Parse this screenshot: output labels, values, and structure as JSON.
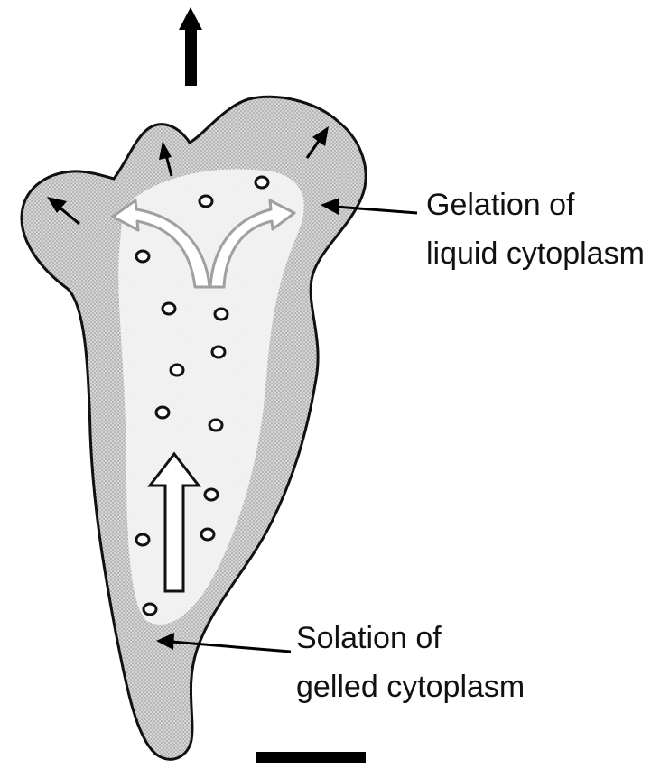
{
  "labels": {
    "gelation_line1": "Gelation of",
    "gelation_line2": "liquid cytoplasm",
    "solation_line1": "Solation of",
    "solation_line2": "gelled cytoplasm"
  },
  "colors": {
    "outline": "#111111",
    "ectoplasm_dots": "#9a9a9a",
    "endoplasm": "#f4f4f4",
    "flow_arrow_gray": "#a0a0a0",
    "background": "#ffffff"
  },
  "icons": {
    "movement_direction": "up-arrow-icon",
    "pseudopod_extension": "small-arrow-icon",
    "flow_arrows": "curved-arrow-icon",
    "scale_bar": "scale-bar"
  }
}
